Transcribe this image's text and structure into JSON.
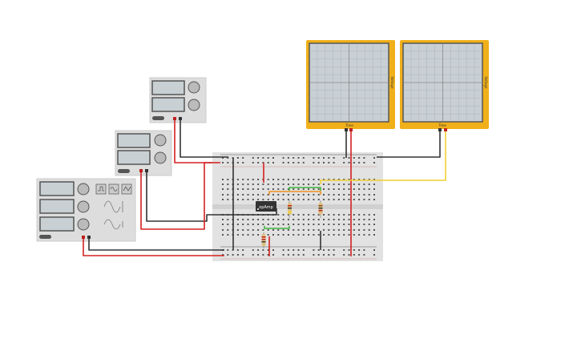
{
  "oscilloscopes": [
    {
      "y_label": "Voltage",
      "x_label": "Time"
    },
    {
      "y_label": "Voltage",
      "x_label": "Time"
    }
  ],
  "opamp": {
    "label": "opAmp"
  },
  "function_generator": {
    "waveforms": [
      "square",
      "sine",
      "triangle"
    ]
  },
  "colors": {
    "wire_red": "#d42020",
    "wire_black": "#333333",
    "wire_yellow": "#f2d030",
    "wire_green": "#3cb43c",
    "wire_orange": "#f0901e",
    "scope_frame": "#f0b01a",
    "scope_screen": "#c8d0d4"
  }
}
